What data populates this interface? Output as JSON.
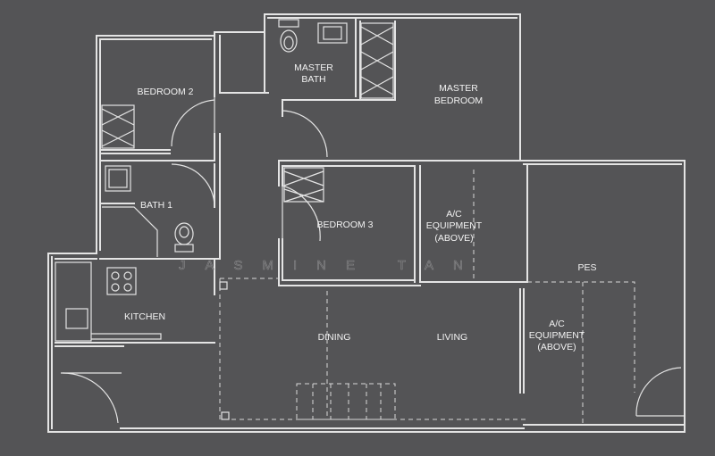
{
  "colors": {
    "background": "#545456",
    "lines": "#e4e4e4",
    "watermark": "#8a8a8c"
  },
  "rooms": {
    "bedroom2": "BEDROOM 2",
    "master_bath_1": "MASTER",
    "master_bath_2": "BATH",
    "master_bedroom_1": "MASTER",
    "master_bedroom_2": "BEDROOM",
    "bath1": "BATH 1",
    "bedroom3": "BEDROOM 3",
    "ac_top_1": "A/C",
    "ac_top_2": "EQUIPMENT",
    "ac_top_3": "(ABOVE)",
    "pes": "PES",
    "kitchen": "KITCHEN",
    "dining": "DINING",
    "living": "LIVING",
    "ac_bottom_1": "A/C",
    "ac_bottom_2": "EQUIPMENT",
    "ac_bottom_3": "(ABOVE)"
  },
  "watermark": "JASMINE TAN"
}
